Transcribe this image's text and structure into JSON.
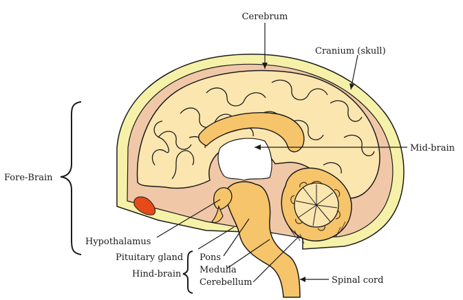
{
  "labels": {
    "cerebrum": "Cerebrum",
    "cranium": "Cranium (skull)",
    "mid_brain": "Mid-brain",
    "fore_brain": "Fore-Brain",
    "hypothalamus": "Hypothalamus",
    "pituitary": "Pituitary gland",
    "hind_brain": "Hind-brain",
    "pons": "Pons",
    "medulla": "Medulla",
    "cerebellum": "Cerebellum",
    "spinal_cord": "Spinal cord"
  },
  "colors": {
    "skull": "#f6f1a8",
    "membrane": "#f0c8a8",
    "cerebrum": "#fbe6b0",
    "brainstem": "#f6c46a",
    "pituitary": "#e64a19",
    "outline": "#1a1a1a"
  }
}
